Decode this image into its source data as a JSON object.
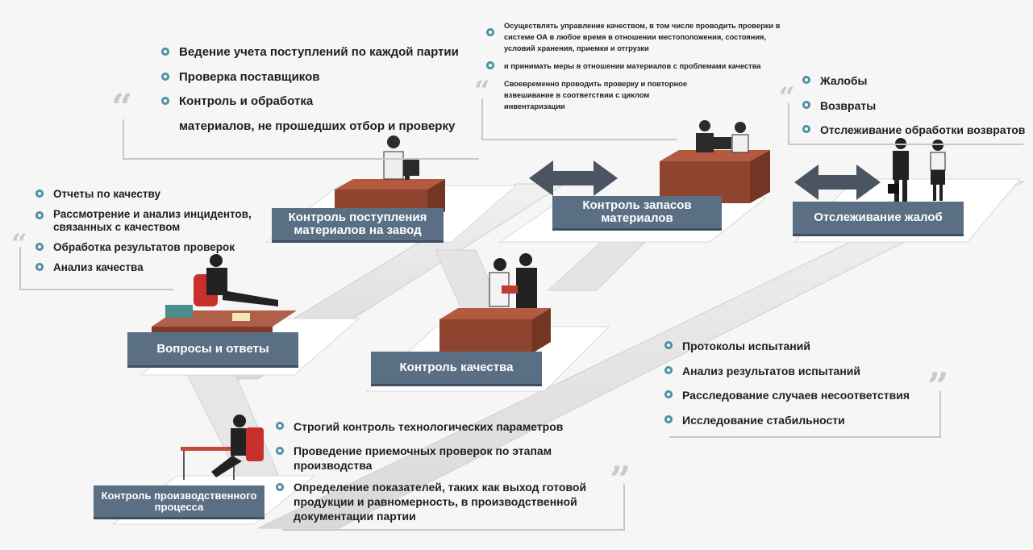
{
  "stations": {
    "incoming": "Контроль поступления материалов на завод",
    "inventory": "Контроль запасов материалов",
    "complaints": "Отслеживание жалоб",
    "qa": "Вопросы и ответы",
    "quality": "Контроль качества",
    "process": "Контроль производственного процесса"
  },
  "lists": {
    "incoming_items": [
      "Ведение учета поступлений по каждой партии",
      "Проверка поставщиков",
      "Контроль и обработка",
      "материалов, не прошедших отбор и проверку"
    ],
    "inventory_items": [
      "Осуществлять управление качеством, в том числе проводить проверки в системе ОА в любое время в отношении местоположения, состояния, условий хранения, приемки и отгрузки",
      "и принимать меры в отношении материалов с проблемами качества",
      "Своевременно проводить проверку и повторное взвешивание в соответствии с циклом инвентаризации"
    ],
    "complaints_items": [
      "Жалобы",
      "Возвраты",
      "Отслеживание обработки возвратов"
    ],
    "qa_items": [
      "Отчеты по качеству",
      "Рассмотрение и анализ инцидентов, связанных с качеством",
      "Обработка результатов проверок",
      "Анализ качества"
    ],
    "quality_items": [
      "Протоколы испытаний",
      "Анализ результатов испытаний",
      "Расследование случаев несоответствия",
      "Исследование стабильности"
    ],
    "process_items": [
      "Строгий контроль технологических параметров",
      "Проведение приемочных проверок по этапам производства",
      "Определение показателей, таких как выход готовой продукции и равномерность, в производственной документации партии"
    ]
  },
  "colors": {
    "label_bg": "#5a6e84",
    "bullet": "#4e93a8",
    "desk": "#9b4a34",
    "platform": "#ffffff",
    "arrow": "#4b5561",
    "bracket": "#c8c8c8"
  },
  "icons": [
    "quote-open-icon",
    "quote-close-icon",
    "double-arrow-icon",
    "bullet-icon",
    "person-figure-icon",
    "desk-icon",
    "monitor-icon"
  ]
}
